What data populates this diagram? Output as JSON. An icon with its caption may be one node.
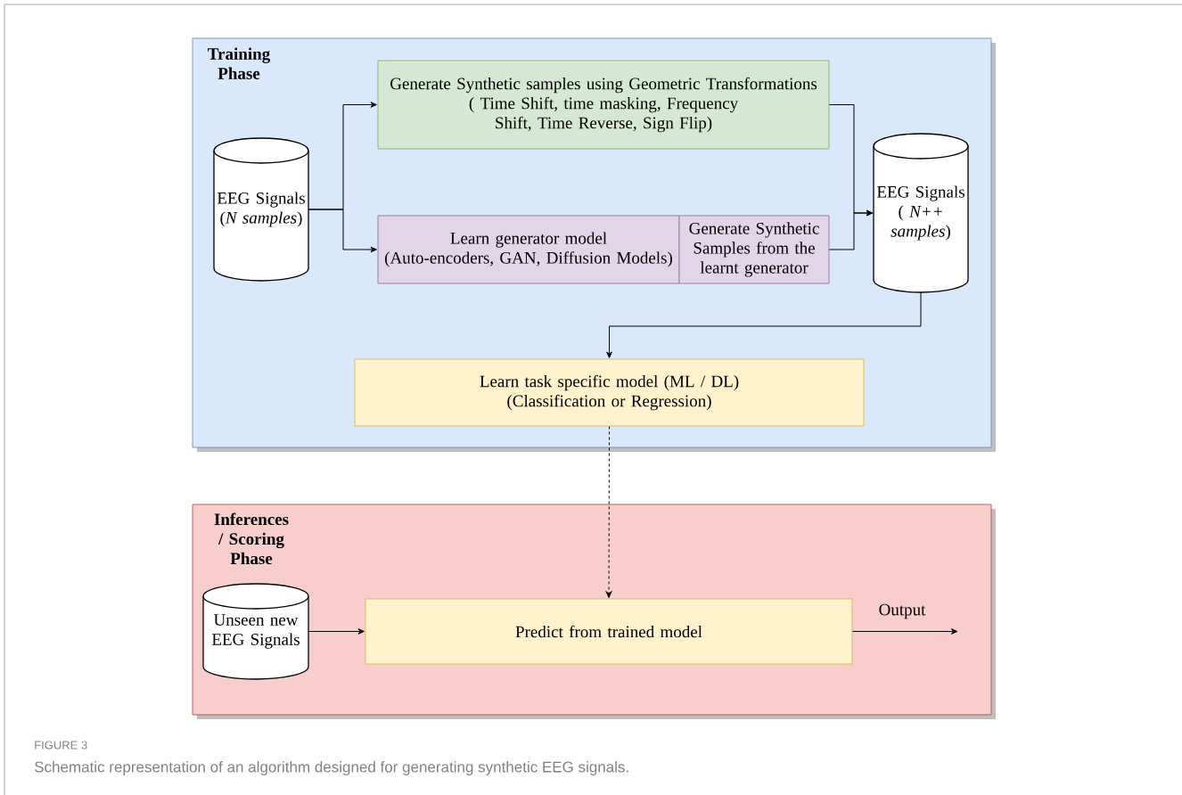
{
  "diagram": {
    "caption": "Schematic representation of an algorithm designed for generating synthetic EEG signals.",
    "nodes": [
      {
        "text": [
          "Training Phase"
        ]
      },
      {
        "text": [
          "EEG Signals (*N samples*)"
        ],
        "in": 0
      },
      {
        "text": [
          "Generate Synthetic samples using Geometric Transformations",
          "( Time Shift, time masking, Frequency Shift, Time Reverse, Sign Flip)"
        ],
        "in": 0
      },
      {
        "text": [
          "Learn generator model",
          "(Auto-encoders, GAN, Diffusion Models)"
        ],
        "in": 0
      },
      {
        "text": [
          "Generate Synthetic Samples from the learnt generator"
        ],
        "in": 0
      },
      {
        "text": [
          "EEG Signals ( *N++ samples*)"
        ],
        "in": 0
      },
      {
        "text": [
          "Learn task specific model (ML / DL)",
          "(Classification or Regression)"
        ],
        "in": 0
      },
      {
        "text": [
          "Inferences / Scoring Phase"
        ]
      },
      {
        "text": [
          "Unseen new EEG Signals"
        ],
        "in": 7
      },
      {
        "text": [
          "Predict from trained model"
        ],
        "in": 7
      }
    ],
    "edges": [
      {
        "from": 1,
        "to": 2,
        "arrow": "to"
      },
      {
        "from": 1,
        "to": 3,
        "arrow": "to"
      },
      {
        "from": 2,
        "to": 5,
        "arrow": "to"
      },
      {
        "from": 4,
        "to": 5,
        "arrow": "to"
      },
      {
        "from": 5,
        "to": 6,
        "arrow": "to"
      },
      {
        "from": 6,
        "to": 9,
        "arrow": "to",
        "style": "dashed"
      },
      {
        "from": 8,
        "to": 9,
        "arrow": "to"
      },
      {
        "from": 9,
        "to": null,
        "arrow": "to",
        "label": "Output"
      }
    ],
    "labels": [
      "FIGURE 3"
    ]
  }
}
